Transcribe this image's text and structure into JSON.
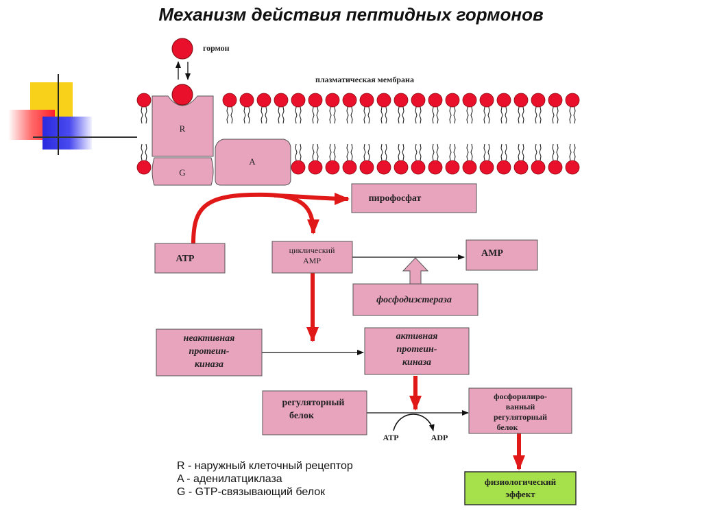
{
  "title": "Механизм действия пептидных гормонов",
  "labels": {
    "hormone": "гормон",
    "membrane": "плазматическая мембрана",
    "receptor": "R",
    "g_protein": "G",
    "adenylate": "A",
    "pyrophosphate": "пирофосфат",
    "atp_box": "ATP",
    "camp_line1": "циклический",
    "camp_line2": "AMP",
    "amp_box": "AMP",
    "phosphodiesterase": "фосфодиэстераза",
    "inactive_pk_line1": "неактивная",
    "inactive_pk_line2": "протеин-",
    "inactive_pk_line3": "киназа",
    "active_pk_line1": "активная",
    "active_pk_line2": "протеин-",
    "active_pk_line3": "киназа",
    "reg_protein_line1": "регуляторный",
    "reg_protein_line2": "белок",
    "phos_line1": "фосфорилиро-",
    "phos_line2": "ванный",
    "phos_line3": "регуляторный",
    "phos_line4": "белок",
    "atp_small": "ATP",
    "adp_small": "ADP",
    "effect_line1": "физиологический",
    "effect_line2": "эффект"
  },
  "legend": [
    "R - наружный клеточный рецептор",
    "A - аденилатциклаза",
    "G - GTP-связывающий белок"
  ],
  "colors": {
    "box_fill": "#e8a3bd",
    "lipid_head": "#e8102a",
    "arrow_red": "#e01818",
    "effect_fill": "#a6e04a"
  }
}
